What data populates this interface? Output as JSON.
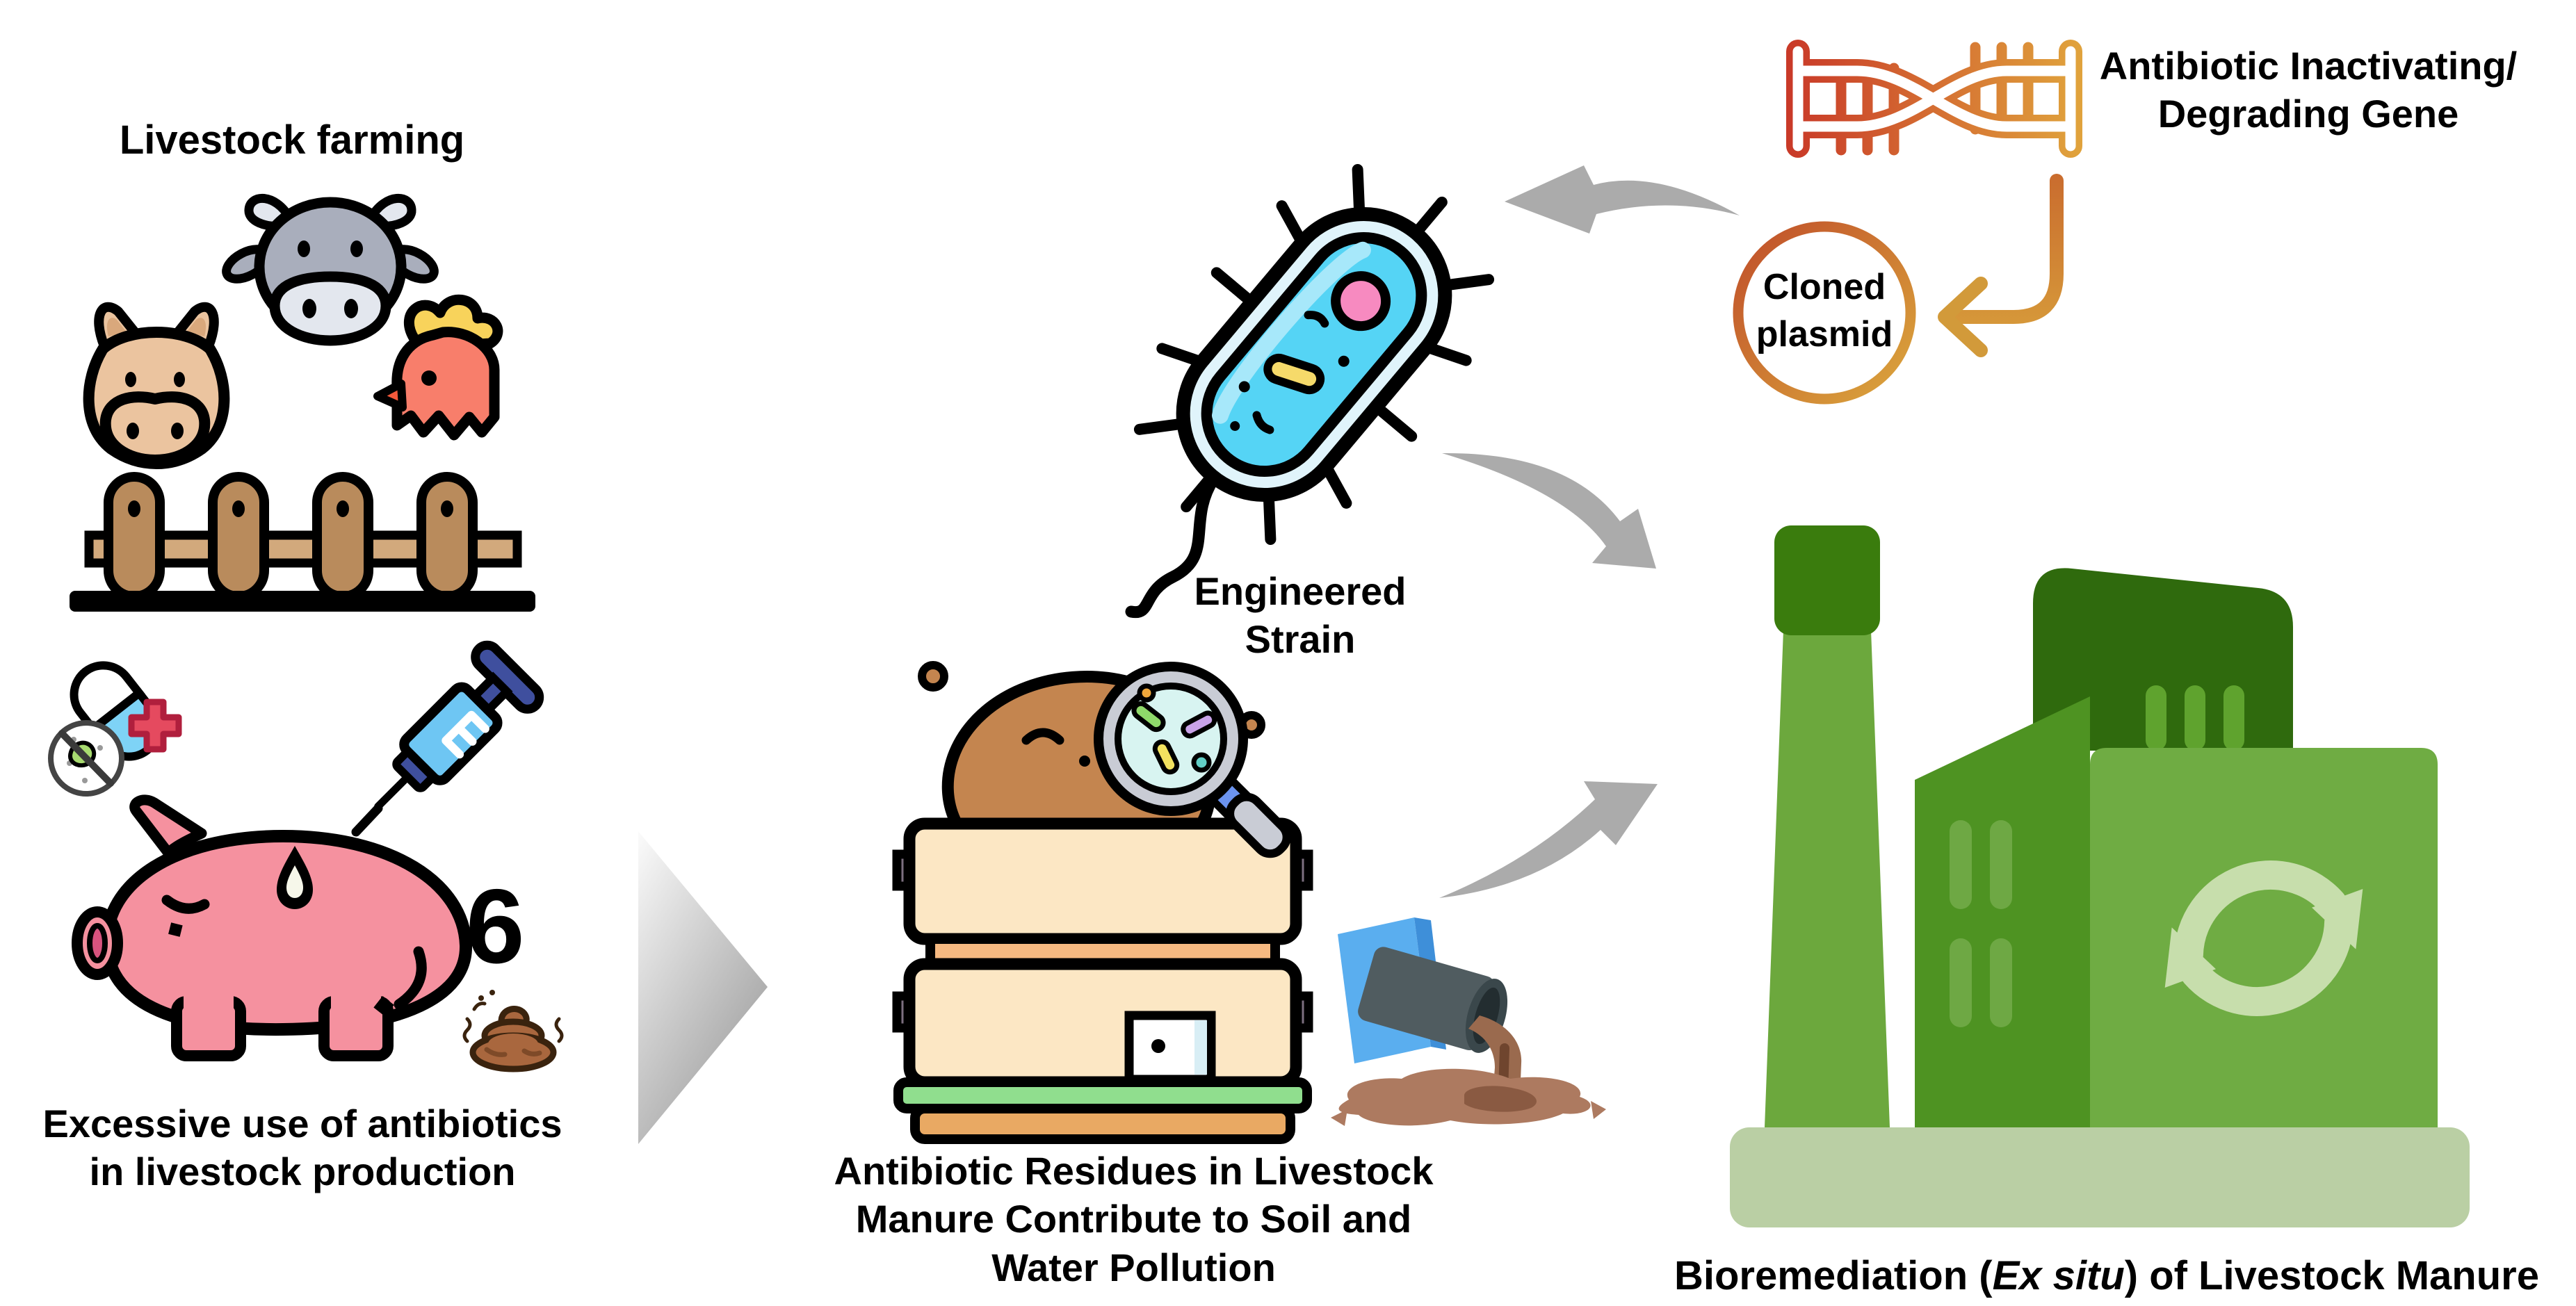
{
  "diagram": {
    "title_livestock": "Livestock farming",
    "captions": {
      "antibiotics": {
        "line1": "Excessive use of antibiotics",
        "line2": "in livestock production"
      },
      "strain": {
        "line1": "Engineered",
        "line2": "Strain"
      },
      "gene": {
        "line1": "Antibiotic Inactivating/",
        "line2": "Degrading Gene"
      },
      "plasmid": {
        "line1": "Cloned",
        "line2": "plasmid"
      },
      "manure": {
        "line1": "Antibiotic Residues in Livestock",
        "line2": "Manure Contribute to Soil and",
        "line3": "Water Pollution"
      },
      "bioremediation": {
        "prefix": "Bioremediation (",
        "italic": "Ex situ",
        "suffix": ") of Livestock Manure"
      }
    },
    "pig_tail_glyph": "6",
    "colors": {
      "pig_pink": "#F5919F",
      "snout_pink": "#D7537E",
      "cow_gray": "#A9AEBC",
      "cow_muzzle": "#E3E7EE",
      "horse_tan": "#EBC49F",
      "horse_ear_inner": "#D9A87C",
      "chicken_salmon": "#F87E6B",
      "comb_yellow": "#F8D35B",
      "beak_red": "#F4593B",
      "fence_post_brown": "#B98B5C",
      "fence_rail_brown": "#D2A97C",
      "capsule_blue": "#7ED3F6",
      "cross_red": "#E54A5F",
      "microbe_green": "#A8DB70",
      "syringe_blue": "#6EC6F3",
      "plunger_navy": "#3F4F9E",
      "poop_brown": "#A9673E",
      "arrow_gray": "#ABABAB",
      "manure_brown": "#C4854F",
      "bin_cream": "#FCE7C4",
      "bin_orange": "#F6B981",
      "bin_grass_green": "#90DE8E",
      "bin_base_orange": "#E9A963",
      "lens_cyan": "#D8F4F1",
      "pipe_blue": "#5AAEEF",
      "pipe_slate": "#505C60",
      "sludge_brown": "#9A6A4E",
      "puddle_brown": "#AD7A60",
      "bacteria_outer": "#E0F4FB",
      "bacteria_cyan": "#55D4F5",
      "nucleoid_pink": "#F78AC0",
      "rod_yellow": "#F6DA6A",
      "dna_gradient_start": "#C93A28",
      "dna_gradient_end": "#E0A23C",
      "factory_dark_green": "#2F6A0D",
      "factory_mid_green": "#4E9322",
      "factory_light_green": "#6FAC43",
      "factory_chimney_green": "#6CA83D",
      "factory_cap_green": "#3A7C0D",
      "factory_base_green": "#BACFA4",
      "recycle_pale_green": "#C7DEAC"
    }
  }
}
